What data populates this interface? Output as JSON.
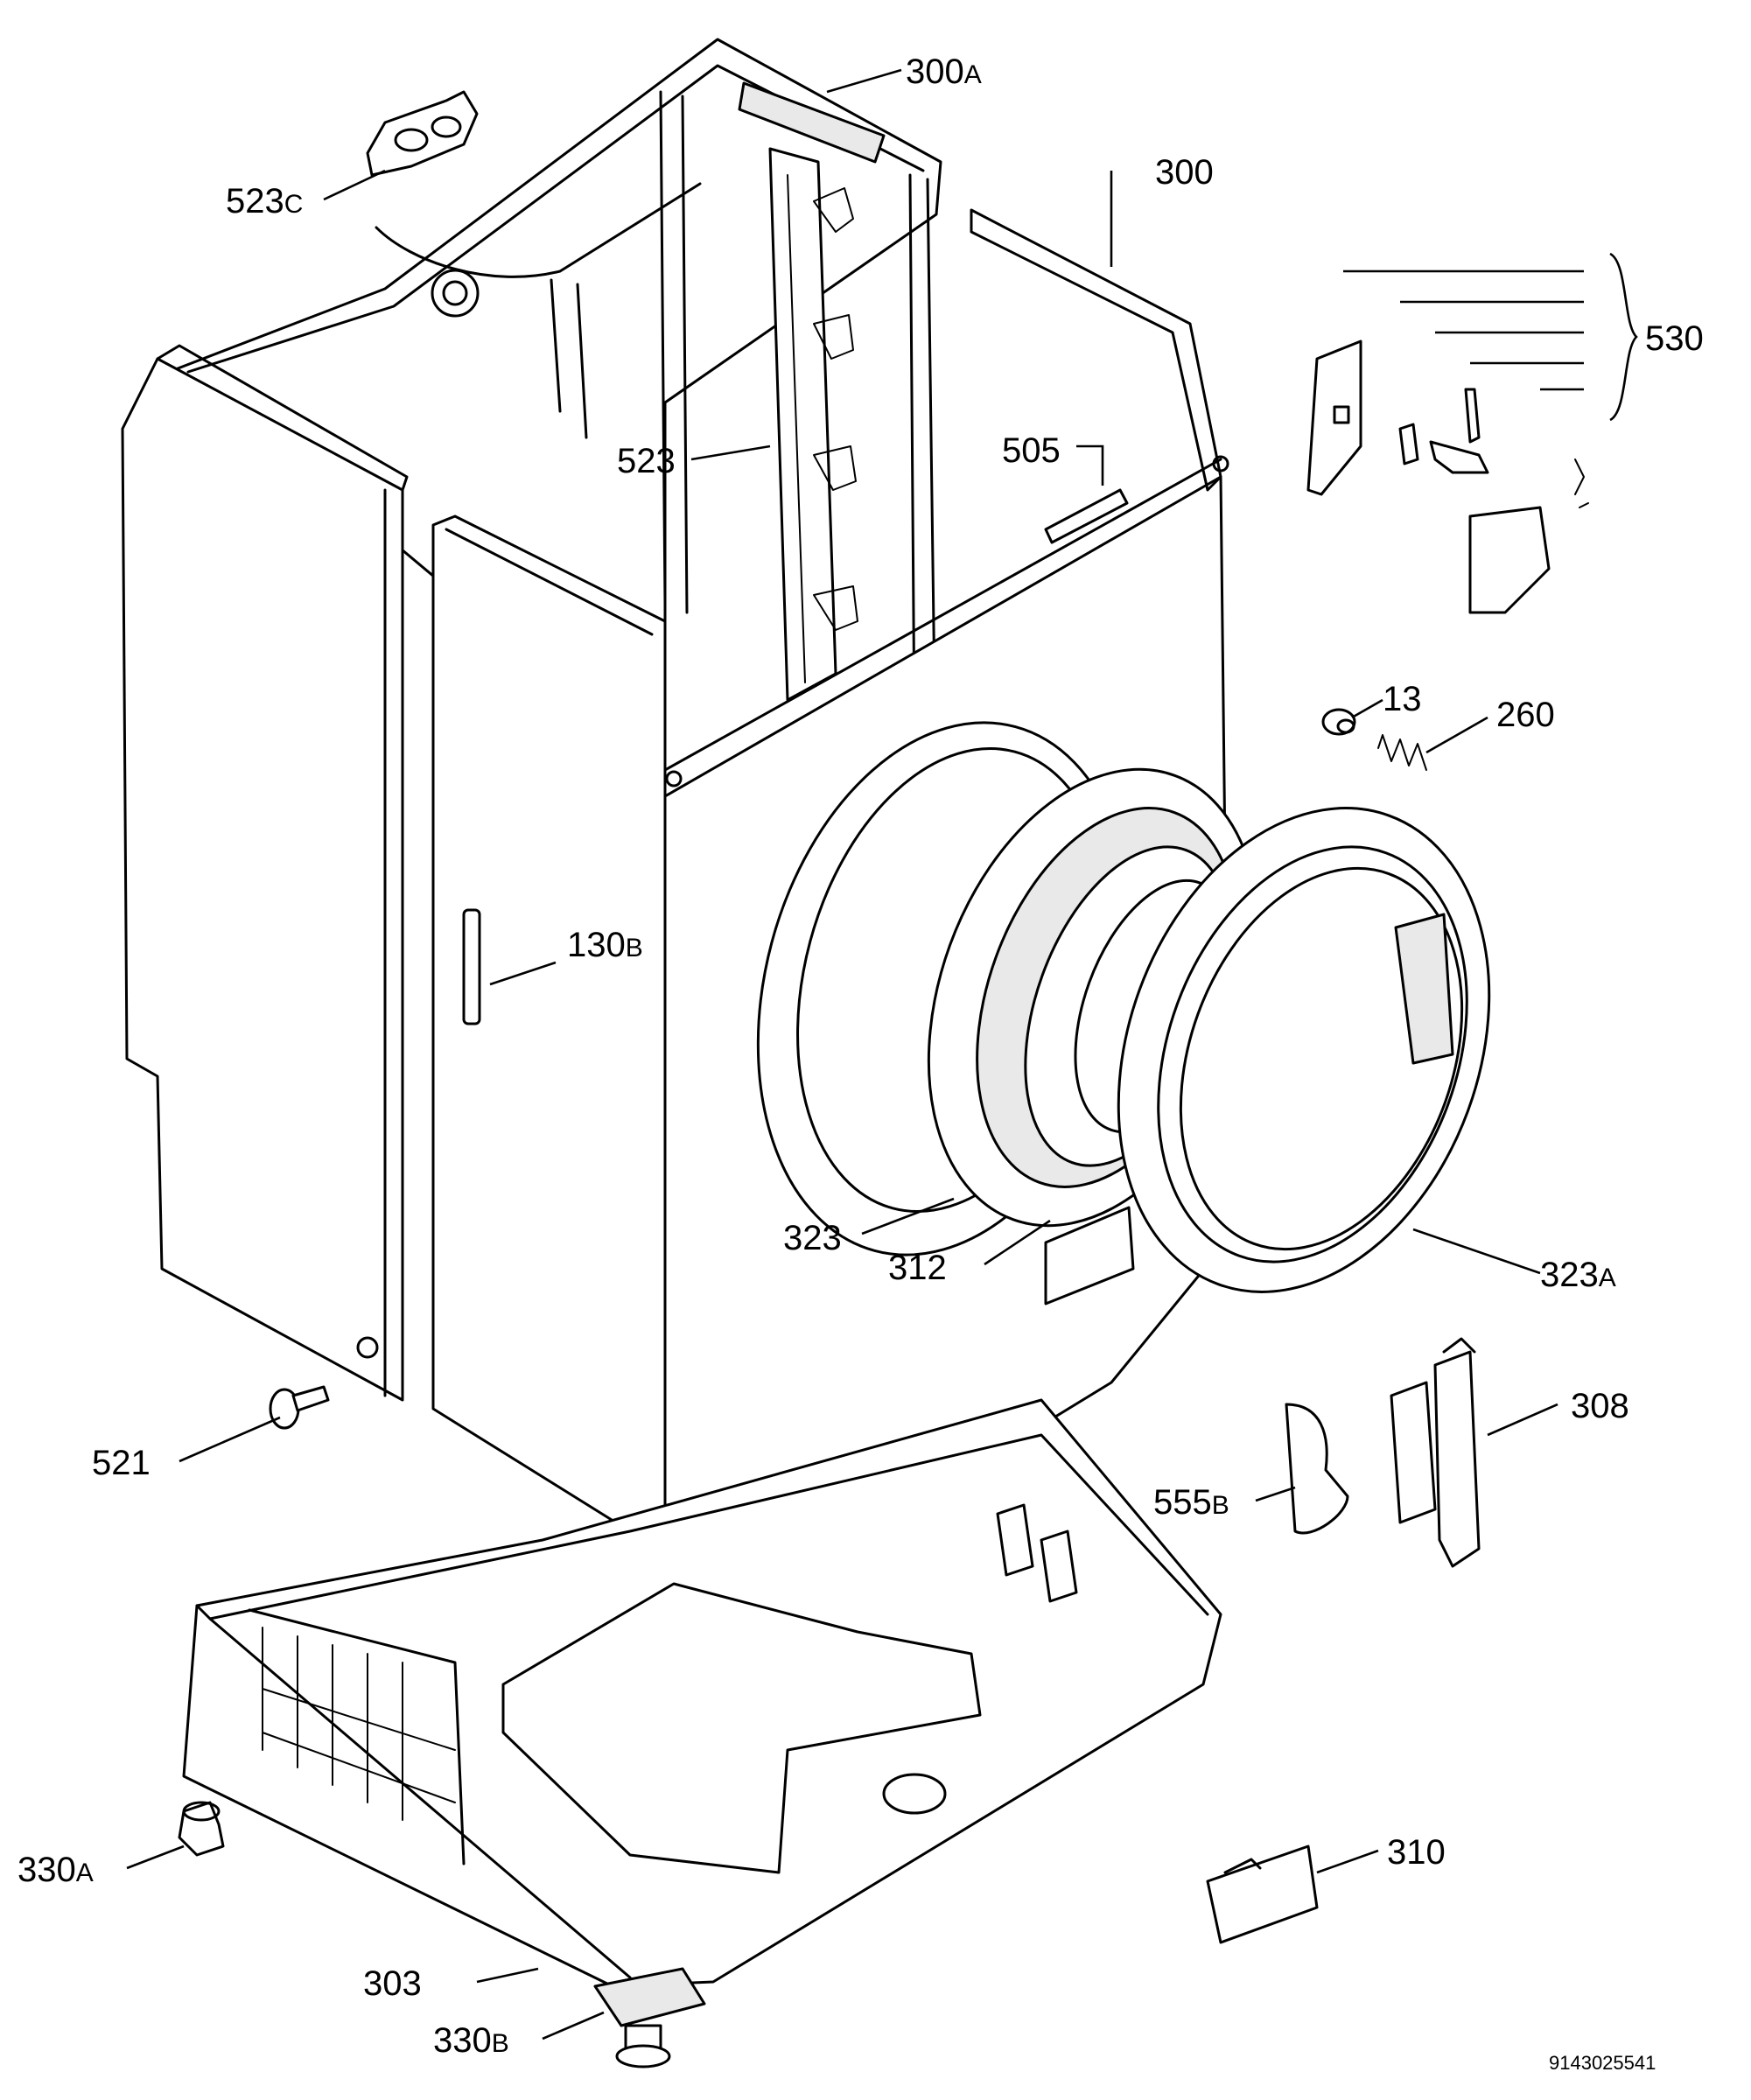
{
  "labels": {
    "l_300a": {
      "num": "300",
      "suffix": "A"
    },
    "l_300": {
      "num": "300",
      "suffix": ""
    },
    "l_523c": {
      "num": "523",
      "suffix": "C"
    },
    "l_530": {
      "num": "530",
      "suffix": ""
    },
    "l_523": {
      "num": "523",
      "suffix": ""
    },
    "l_505": {
      "num": "505",
      "suffix": ""
    },
    "l_13": {
      "num": "13",
      "suffix": ""
    },
    "l_260": {
      "num": "260",
      "suffix": ""
    },
    "l_130b": {
      "num": "130",
      "suffix": "B"
    },
    "l_323": {
      "num": "323",
      "suffix": ""
    },
    "l_312": {
      "num": "312",
      "suffix": ""
    },
    "l_323a": {
      "num": "323",
      "suffix": "A"
    },
    "l_308": {
      "num": "308",
      "suffix": ""
    },
    "l_521": {
      "num": "521",
      "suffix": ""
    },
    "l_555b": {
      "num": "555",
      "suffix": "B"
    },
    "l_310": {
      "num": "310",
      "suffix": ""
    },
    "l_330a": {
      "num": "330",
      "suffix": "A"
    },
    "l_303": {
      "num": "303",
      "suffix": ""
    },
    "l_330b": {
      "num": "330",
      "suffix": "B"
    }
  },
  "document_number": "9143025541"
}
